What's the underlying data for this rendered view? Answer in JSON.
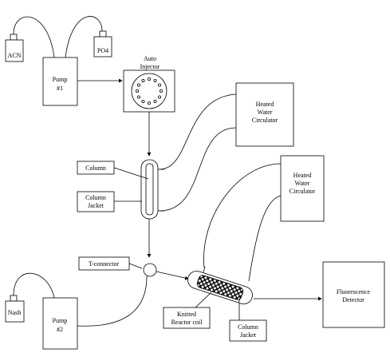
{
  "labels": {
    "acn": "ACN",
    "po4": "PO4",
    "pump1_line1": "Pump",
    "pump1_line2": "#1",
    "auto_injector_line1": "Auto",
    "auto_injector_line2": "Injector",
    "heated_circ1_line1": "Heated",
    "heated_circ1_line2": "Water",
    "heated_circ1_line3": "Circulator",
    "column": "Column",
    "column_jacket_line1": "Column",
    "column_jacket_line2": "Jacket",
    "heated_circ2_line1": "Heated",
    "heated_circ2_line2": "Water",
    "heated_circ2_line3": "Circulator",
    "t_connector": "T-connector",
    "nash": "Nash",
    "pump2_line1": "Pump",
    "pump2_line2": "#2",
    "knitted_line1": "Knitted",
    "knitted_line2": "Reactor coil",
    "fluorescence_line1": "Fluorescence",
    "fluorescence_line2": "Detector",
    "column_jacket2_line1": "Column",
    "column_jacket2_line2": "Jacket"
  }
}
